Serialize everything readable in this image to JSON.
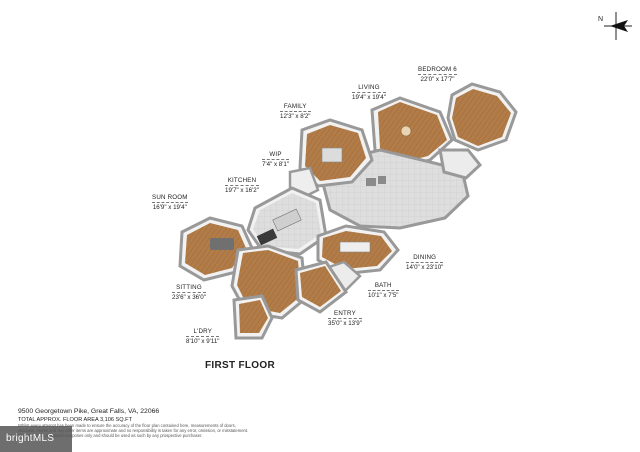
{
  "compass": {
    "north_label": "N"
  },
  "rooms": [
    {
      "id": "bedroom6",
      "name": "BEDROOM 6",
      "dims": "22'0\" x 17'7\""
    },
    {
      "id": "living",
      "name": "LIVING",
      "dims": "19'4\" x 19'4\""
    },
    {
      "id": "family",
      "name": "FAMILY",
      "dims": "12'3\" x 8'2\""
    },
    {
      "id": "wip",
      "name": "WIP",
      "dims": "7'4\" x 8'1\""
    },
    {
      "id": "kitchen",
      "name": "KITCHEN",
      "dims": "19'7\" x 16'2\""
    },
    {
      "id": "sunroom",
      "name": "SUN ROOM",
      "dims": "16'9\" x 19'4\""
    },
    {
      "id": "dining",
      "name": "DINING",
      "dims": "14'0\" x 23'10\""
    },
    {
      "id": "bath",
      "name": "BATH",
      "dims": "10'1\" x 7'5\""
    },
    {
      "id": "sitting",
      "name": "SITTING",
      "dims": "23'6\" x 36'0\""
    },
    {
      "id": "entry",
      "name": "ENTRY",
      "dims": "35'0\" x 13'9\""
    },
    {
      "id": "ldry",
      "name": "L'DRY",
      "dims": "8'10\" x 9'11\""
    }
  ],
  "floor_title": "FIRST FLOOR",
  "footer": {
    "address": "9500 Georgetown Pike, Great Falls, VA, 22066",
    "area": "TOTAL APPROX. FLOOR AREA 3,106 SQ.FT",
    "disclaimer_1": "Whilst every attempt has been made to ensure the accuracy of the floor plan contained here, measurements of doors,",
    "disclaimer_2": "windows, rooms and any other items are approximate and no responsibility is taken for any error, omission, or misstatement.",
    "disclaimer_3": "This plan is for illustrative purposes only and should be used as such by any prospective purchaser."
  },
  "brand": {
    "text": "brightMLS"
  },
  "colors": {
    "wood": "#b07a45",
    "tile": "#dcdcdc",
    "wall": "#f4f4f4",
    "wall_edge": "#9a9a9a"
  }
}
